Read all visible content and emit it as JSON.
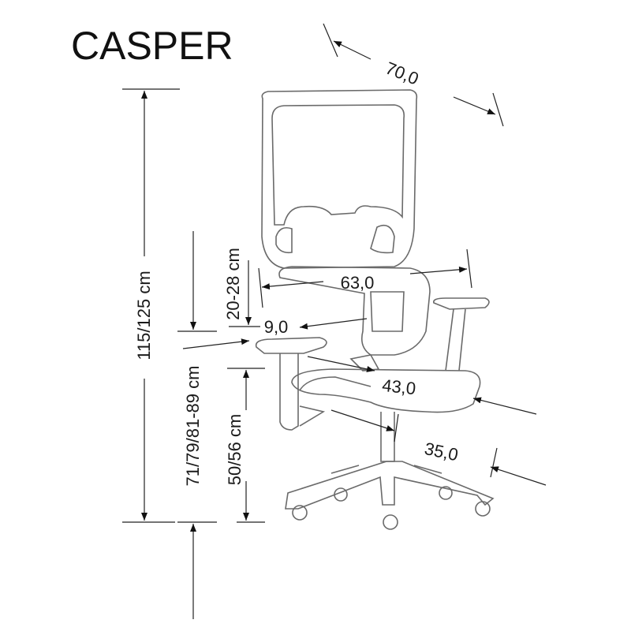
{
  "title": "CASPER",
  "dimensions": {
    "depth": "70,0",
    "total_height": "115/125 cm",
    "armrest_height": "71/79/81-89 cm",
    "backrest_height": "20-28 cm",
    "seat_height": "50/56 cm",
    "width": "63,0",
    "armrest_offset": "9,0",
    "seat_depth": "43,0",
    "seat_width": "35,0"
  }
}
